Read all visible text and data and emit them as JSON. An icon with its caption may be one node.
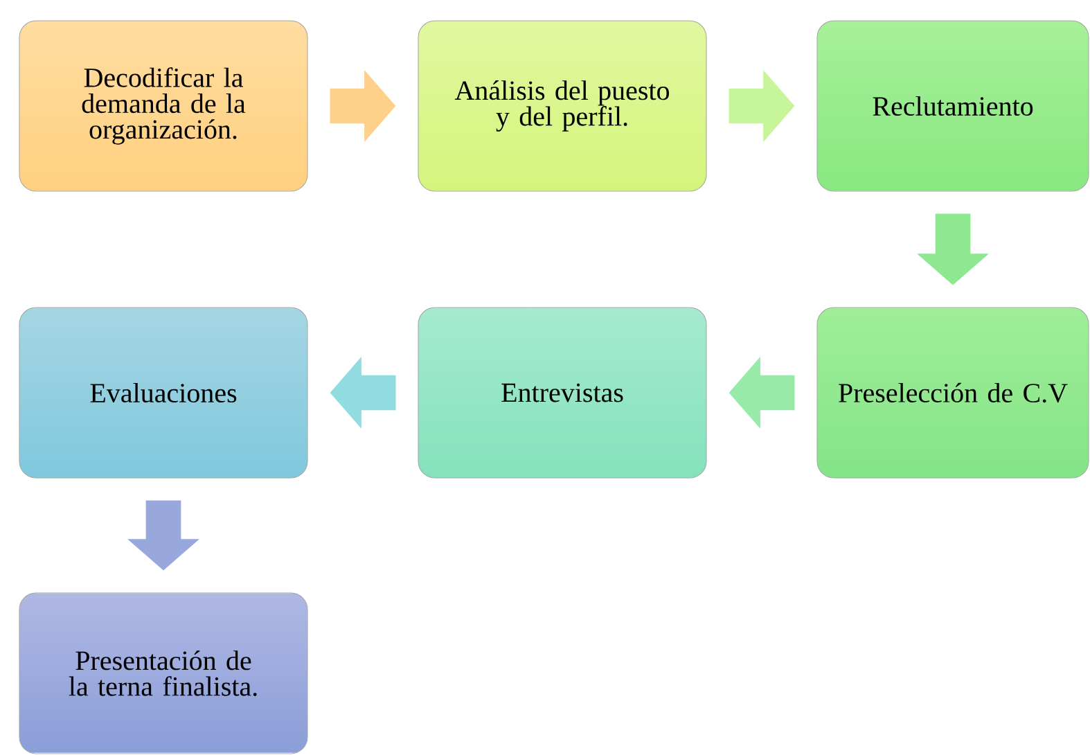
{
  "diagram": {
    "nodes": [
      {
        "text": [
          "Decodificar la demanda de la organización."
        ]
      },
      {
        "text": [
          "Análisis del puesto y del perfil."
        ]
      },
      {
        "text": [
          "Reclutamiento"
        ]
      },
      {
        "text": [
          "Preselección de C.V"
        ]
      },
      {
        "text": [
          "Entrevistas"
        ]
      },
      {
        "text": [
          "Evaluaciones"
        ]
      },
      {
        "text": [
          "Presentación de la terna finalista."
        ]
      }
    ],
    "edges": [
      {
        "from": 0,
        "to": 1,
        "arrow": "to",
        "color": "#ffd08a"
      },
      {
        "from": 1,
        "to": 2,
        "arrow": "to",
        "color": "#c6f59a"
      },
      {
        "from": 2,
        "to": 3,
        "arrow": "to",
        "color": "#8ee890"
      },
      {
        "from": 3,
        "to": 4,
        "arrow": "to",
        "color": "#98eaa8"
      },
      {
        "from": 4,
        "to": 5,
        "arrow": "to",
        "color": "#90dce0"
      },
      {
        "from": 5,
        "to": 6,
        "arrow": "to",
        "color": "#98a8dc"
      }
    ]
  }
}
